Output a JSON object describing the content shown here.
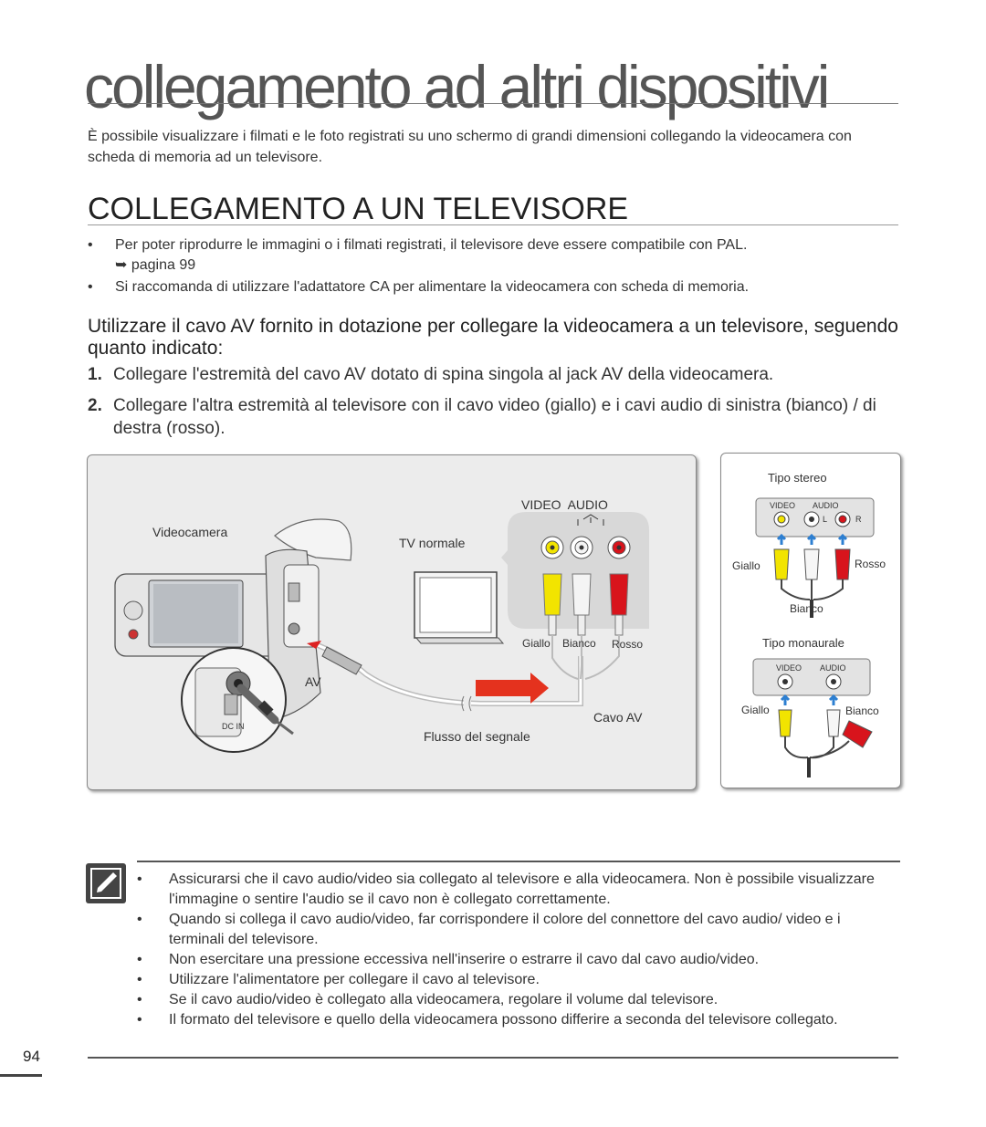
{
  "page": {
    "title": "collegamento ad altri dispositivi",
    "intro": "È possibile visualizzare i filmati e le foto registrati su uno schermo di grandi dimensioni collegando la videocamera con scheda di memoria ad un televisore.",
    "section_title": "COLLEGAMENTO A UN TELEVISORE",
    "bullets": [
      {
        "text": "Per poter riprodurre le immagini o i filmati registrati, il televisore deve essere compatibile con PAL.",
        "ref": "➥ pagina 99"
      },
      {
        "text": "Si raccomanda di utilizzare l'adattatore CA per alimentare la videocamera con scheda di memoria."
      }
    ],
    "bullet_symbol": "•",
    "subhead": "Utilizzare il cavo AV fornito in dotazione per collegare la videocamera a un televisore, seguendo quanto indicato:",
    "steps": [
      {
        "num": "1.",
        "text": "Collegare l'estremità del cavo AV dotato di spina singola al jack AV della videocamera."
      },
      {
        "num": "2.",
        "text": "Collegare l'altra estremità al televisore con il cavo video (giallo) e i cavi audio di sinistra (bianco) / di destra (rosso)."
      }
    ],
    "notes": [
      "Assicurarsi che il cavo audio/video sia collegato al televisore e alla videocamera. Non è possibile visualizzare l'immagine o sentire l'audio se il cavo non è collegato correttamente.",
      "Quando si collega il cavo audio/video, far corrispondere il colore del connettore del cavo audio/ video e i terminali del televisore.",
      "Non esercitare una pressione eccessiva nell'inserire o estrarre il cavo dal cavo audio/video.",
      "Utilizzare l'alimentatore per collegare il cavo al televisore.",
      "Se il cavo audio/video è collegato alla videocamera, regolare il volume dal televisore.",
      "Il formato del televisore e quello della videocamera possono differire a seconda del televisore collegato."
    ],
    "page_number": "94"
  },
  "diagram": {
    "camcorder_label": "Videocamera",
    "tv_label": "TV normale",
    "panel_header": "VIDEO  AUDIO",
    "plug_labels": [
      "Giallo",
      "Bianco",
      "Rosso"
    ],
    "av_label": "AV",
    "dc_in_label": "DC IN",
    "cable_label": "Cavo AV",
    "signal_label": "Flusso del segnale"
  },
  "side": {
    "stereo_title": "Tipo stereo",
    "video_label": "VIDEO",
    "audio_label": "AUDIO",
    "l_label": "L",
    "r_label": "R",
    "giallo": "Giallo",
    "rosso": "Rosso",
    "bianco": "Bianco",
    "mono_title": "Tipo monaurale",
    "mono_giallo": "Giallo",
    "mono_bianco": "Bianco"
  },
  "colors": {
    "yellow": "#f2e400",
    "white": "#f4f4f4",
    "red": "#d8141c",
    "diagram_bg": "#ececec",
    "arrow_red": "#e4321e",
    "blue_arrow": "#2d7fd1"
  }
}
